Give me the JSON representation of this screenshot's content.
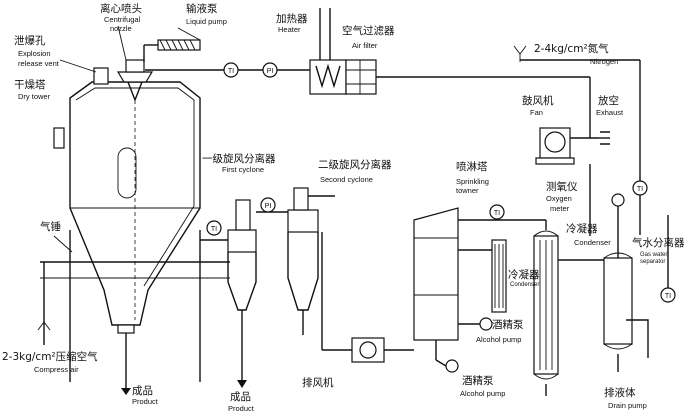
{
  "labels": {
    "centrifugal_nozzle": {
      "cn": "离心喷头",
      "en1": "Centrifugal",
      "en2": "nozzle"
    },
    "liquid_pump": {
      "cn": "输液泵",
      "en": "Liquid pump"
    },
    "heater": {
      "cn": "加热器",
      "en": "Heater"
    },
    "air_filter": {
      "cn": "空气过滤器",
      "en": "Air filter"
    },
    "explosion_vent": {
      "cn": "泄爆孔",
      "en1": "Explosion",
      "en2": "release vent"
    },
    "dry_tower": {
      "cn": "干燥塔",
      "en": "Dry tower"
    },
    "nitrogen": {
      "cn": "2-4kg/cm²氮气",
      "en": "Nitrogen"
    },
    "fan": {
      "cn": "鼓风机",
      "en": "Fan"
    },
    "exhaust": {
      "cn": "放空",
      "en": "Exhaust"
    },
    "first_cyclone": {
      "cn": "一级旋风分离器",
      "en": "First cyclone"
    },
    "second_cyclone": {
      "cn": "二级旋风分离器",
      "en": "Second cyclone"
    },
    "sprinkling_tower": {
      "cn": "喷淋塔",
      "en1": "Sprinkling",
      "en2": "towner"
    },
    "oxygen_meter": {
      "cn": "测氧仪",
      "en1": "Oxygen",
      "en2": "meter"
    },
    "air_hammer": {
      "cn": "气锤"
    },
    "condenser": {
      "cn": "冷凝器",
      "en": "Condenser"
    },
    "small_condenser": {
      "cn": "冷凝器",
      "en": "Condenser"
    },
    "gas_water_separator": {
      "cn": "气水分离器",
      "en1": "Gas water",
      "en2": "separator"
    },
    "alcohol_pump_1": {
      "cn": "酒精泵",
      "en": "Alcohol pump"
    },
    "alcohol_pump_2": {
      "cn": "酒精泵",
      "en": "Alcohol pump"
    },
    "exhaust_fan": {
      "cn": "排风机"
    },
    "compress_air": {
      "cn": "2-3kg/cm²压缩空气",
      "en": "Compress air"
    },
    "product_1": {
      "cn": "成品",
      "en": "Product"
    },
    "product_2": {
      "cn": "成品",
      "en": "Product"
    },
    "drain_pump": {
      "cn": "排液体",
      "en": "Drain pump"
    }
  },
  "instrument_tags": {
    "ti_heater_in": "TI",
    "pi_heater_in": "PI",
    "pi_cyclone": "PI",
    "ti_cyclone": "TI",
    "ti_sprinkling": "TI",
    "ti_oxygen": "TI",
    "ti_separator": "TI"
  }
}
